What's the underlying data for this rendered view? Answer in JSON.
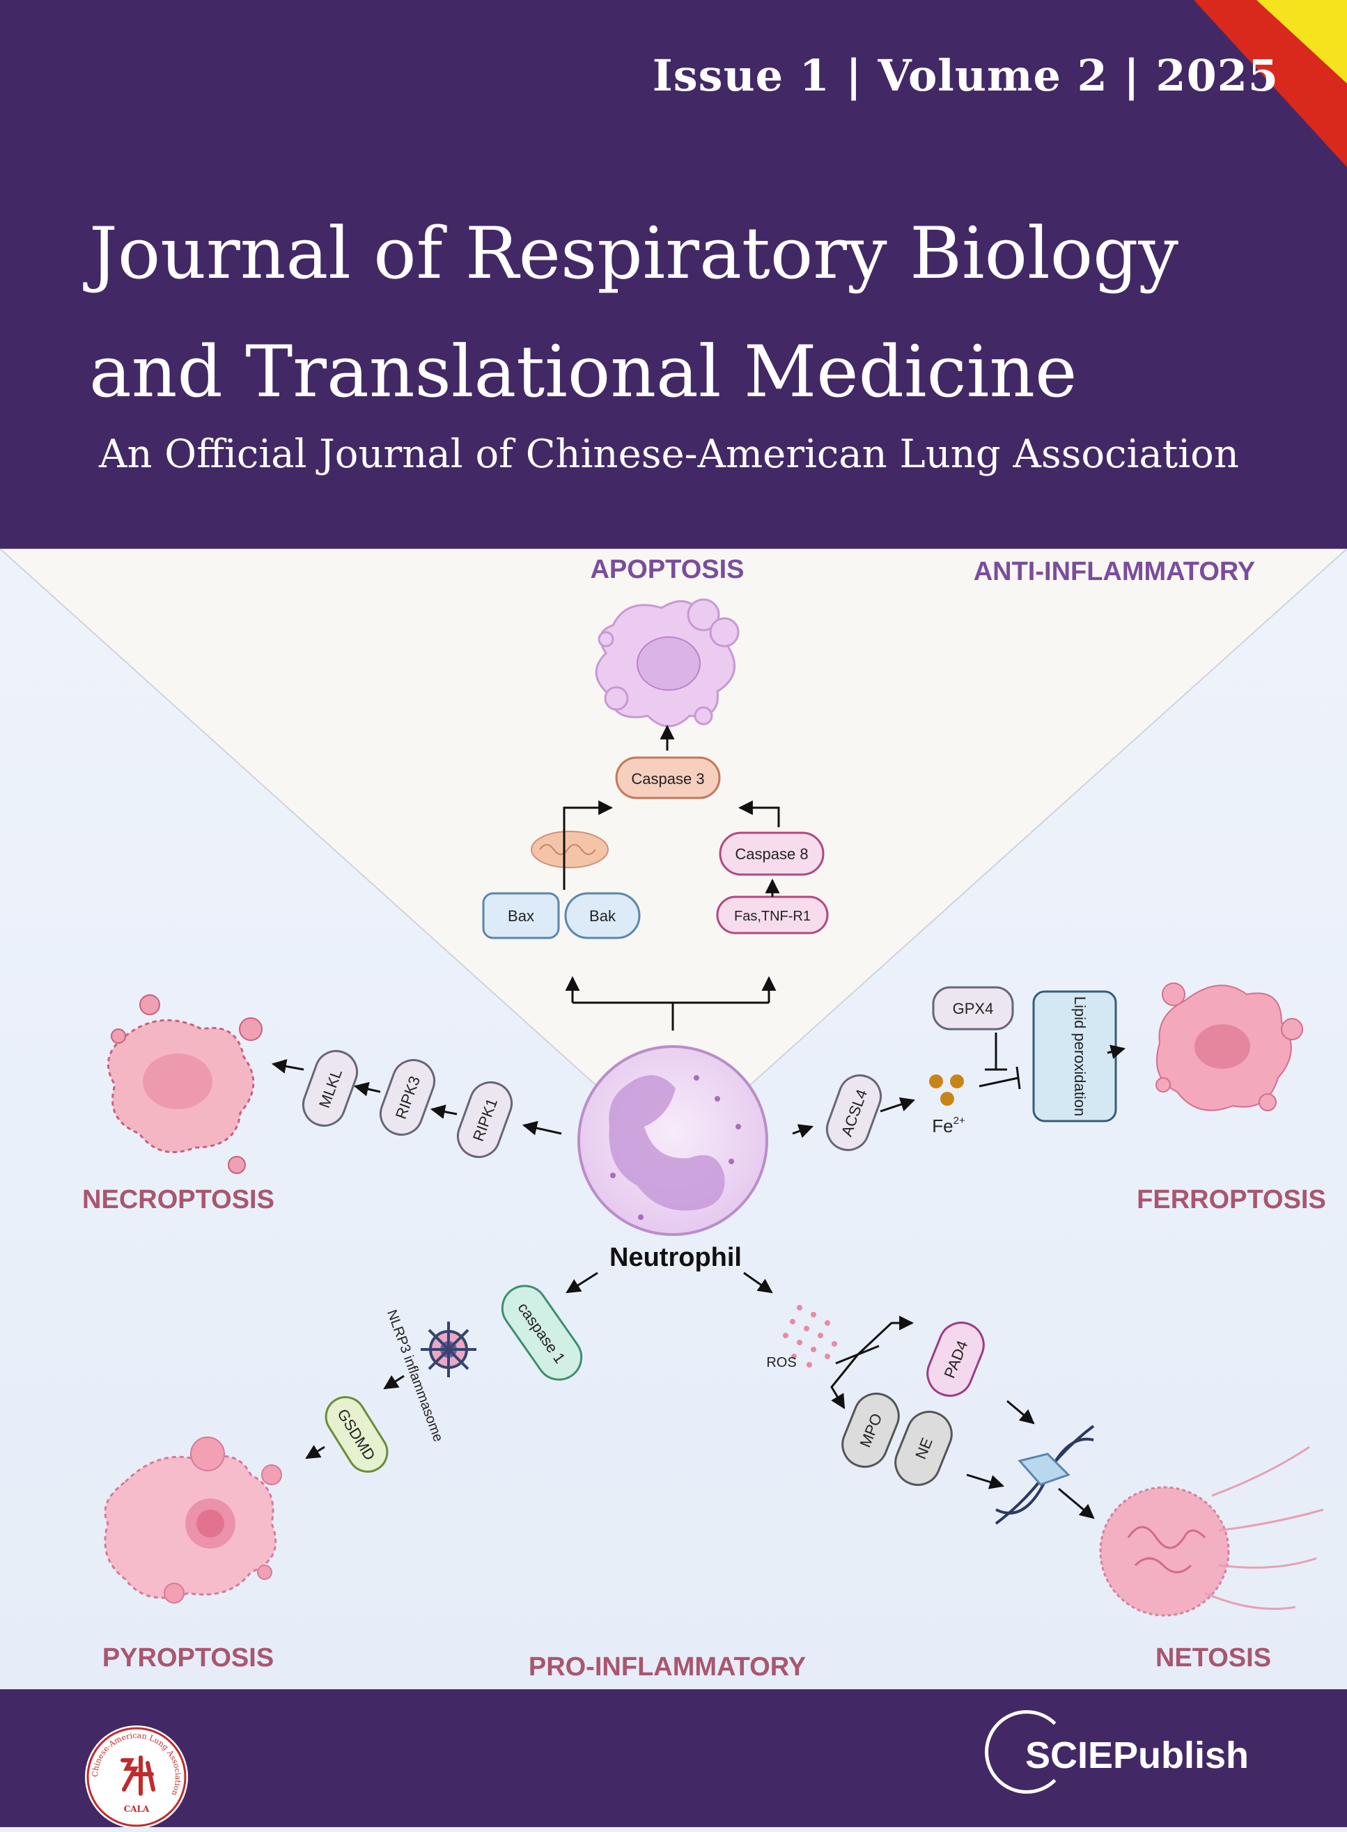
{
  "header": {
    "issue_line": "Issue 1 | Volume 2 | 2025",
    "title_line1": "Journal of Respiratory Biology",
    "title_line2": "and Translational Medicine",
    "subtitle": "An Official Journal of Chinese-American Lung Association"
  },
  "diagram": {
    "apoptosis": "APOPTOSIS",
    "anti_inflammatory": "ANTI-INFLAMMATORY",
    "necroptosis": "NECROPTOSIS",
    "ferroptosis": "FERROPTOSIS",
    "pyroptosis": "PYROPTOSIS",
    "pro_inflammatory": "PRO-INFLAMMATORY",
    "netosis": "NETOSIS",
    "neutrophil": "Neutrophil",
    "caspase3": "Caspase 3",
    "caspase8": "Caspase 8",
    "bax": "Bax",
    "bak": "Bak",
    "fas": "Fas,TNF-R1",
    "mlkl": "MLKL",
    "ripk3": "RIPK3",
    "ripk1": "RIPK1",
    "gpx4": "GPX4",
    "lipid": "Lipid peroxidation",
    "acsl4": "ACSL4",
    "fe_base": "Fe",
    "fe_sup": "2+",
    "caspase1": "caspase 1",
    "nlrp3": "NLRP3 inflammasome",
    "gsdmd": "GSDMD",
    "ros": "ROS",
    "pad4": "PAD4",
    "mpo": "MPO",
    "ne": "NE"
  },
  "footer": {
    "cala_ring": "Chinese-American Lung Association",
    "cala_abbr": "CALA",
    "publisher": "SCIEPublish"
  },
  "colors": {
    "header_bg": "#432866",
    "label_purple": "#7a4d9c",
    "label_rose": "#a9566e",
    "caspase3_fill": "#f6cfbf",
    "caspase8_fill": "#f6dced",
    "bax_fill": "#dcebf7",
    "pink_cell": "#f2a3b4"
  }
}
